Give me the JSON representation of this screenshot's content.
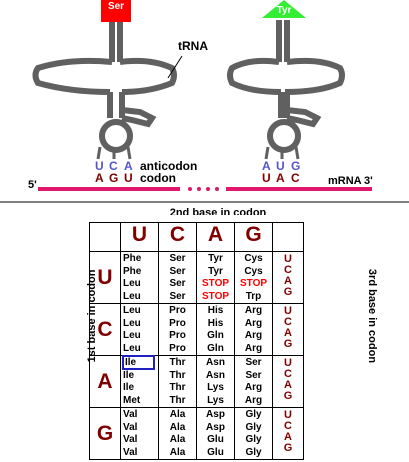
{
  "trna_left": {
    "amino_acid": "Ser",
    "color": "#ff0000",
    "anticodon": [
      "U",
      "C",
      "A"
    ],
    "codon": [
      "A",
      "G",
      "U"
    ]
  },
  "trna_right": {
    "amino_acid": "Tyr",
    "color": "#33ee33",
    "anticodon": [
      "A",
      "U",
      "G"
    ],
    "codon": [
      "U",
      "A",
      "C"
    ]
  },
  "labels": {
    "trna": "tRNA",
    "anticodon": "anticodon",
    "codon": "codon",
    "mrna": "mRNA",
    "five_prime": "5'",
    "three_prime": "3'"
  },
  "colors": {
    "mrna": "#e0176a",
    "anticodon_text": "#5555cc",
    "codon_text": "#800000",
    "stop": "#ff0000",
    "base_header": "#800000"
  },
  "table": {
    "title": "2nd base in codon",
    "first_base_label": "1st base in codon",
    "third_base_label": "3rd base in codon",
    "second_bases": [
      "U",
      "C",
      "A",
      "G"
    ],
    "rows": [
      {
        "first": "U",
        "cells": [
          [
            "Phe",
            "Phe",
            "Leu",
            "Leu"
          ],
          [
            "Ser",
            "Ser",
            "Ser",
            "Ser"
          ],
          [
            "Tyr",
            "Tyr",
            "STOP",
            "STOP"
          ],
          [
            "Cys",
            "Cys",
            "STOP",
            "Trp"
          ]
        ],
        "third": [
          "U",
          "C",
          "A",
          "G"
        ]
      },
      {
        "first": "C",
        "cells": [
          [
            "Leu",
            "Leu",
            "Leu",
            "Leu"
          ],
          [
            "Pro",
            "Pro",
            "Pro",
            "Pro"
          ],
          [
            "His",
            "His",
            "Gln",
            "Gln"
          ],
          [
            "Arg",
            "Arg",
            "Arg",
            "Arg"
          ]
        ],
        "third": [
          "U",
          "C",
          "A",
          "G"
        ]
      },
      {
        "first": "A",
        "cells": [
          [
            "Ile",
            "Ile",
            "Ile",
            "Met"
          ],
          [
            "Thr",
            "Thr",
            "Thr",
            "Thr"
          ],
          [
            "Asn",
            "Asn",
            "Lys",
            "Lys"
          ],
          [
            "Ser",
            "Ser",
            "Arg",
            "Arg"
          ]
        ],
        "third": [
          "U",
          "C",
          "A",
          "G"
        ]
      },
      {
        "first": "G",
        "cells": [
          [
            "Val",
            "Val",
            "Val",
            "Val"
          ],
          [
            "Ala",
            "Ala",
            "Ala",
            "Ala"
          ],
          [
            "Asp",
            "Asp",
            "Glu",
            "Glu"
          ],
          [
            "Gly",
            "Gly",
            "Gly",
            "Gly"
          ]
        ],
        "third": [
          "U",
          "C",
          "A",
          "G"
        ]
      }
    ],
    "highlight": {
      "row": 2,
      "col": 0,
      "line": 0
    }
  }
}
